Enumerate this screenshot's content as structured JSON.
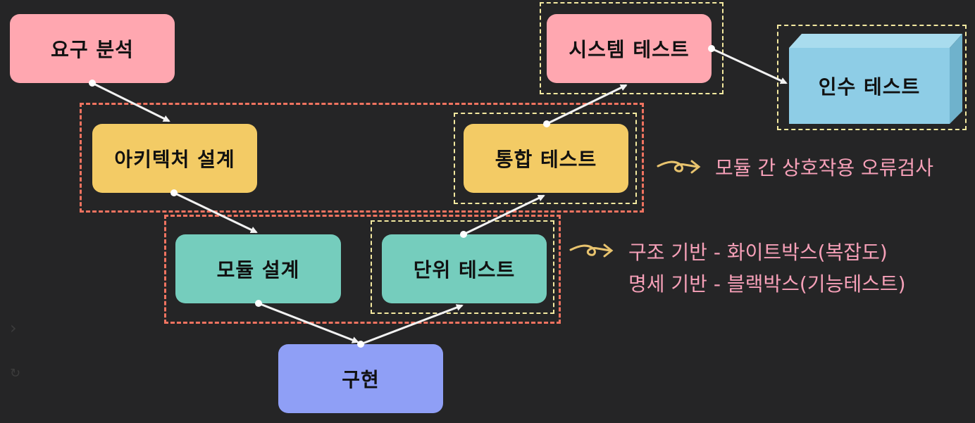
{
  "nodes": {
    "requirements": "요구 분석",
    "architecture": "아키텍처 설계",
    "module_design": "모듈 설계",
    "implementation": "구현",
    "unit_test": "단위 테스트",
    "integration_test": "통합 테스트",
    "system_test": "시스템 테스트",
    "acceptance_test": "인수 테스트"
  },
  "notes": {
    "integration": "모듈 간 상호작용 오류검사",
    "unit_line1": "구조 기반 - 화이트박스(복잡도)",
    "unit_line2": "명세 기반 - 블랙박스(기능테스트)"
  },
  "icons": {
    "note_arrow": "curly-arrow-icon",
    "side_chevron": "chevron-right-icon",
    "side_refresh": "refresh-icon"
  },
  "colors": {
    "background": "#252526",
    "requirements_tier": "#ffa7b0",
    "design_tier": "#f3cb65",
    "module_tier": "#75cdbd",
    "implementation": "#8f9ff6",
    "acceptance_cube": "#8ecde6",
    "group_border": "#f07360",
    "pair_border": "#f4e9a0",
    "note_text": "#f6a0b8"
  }
}
